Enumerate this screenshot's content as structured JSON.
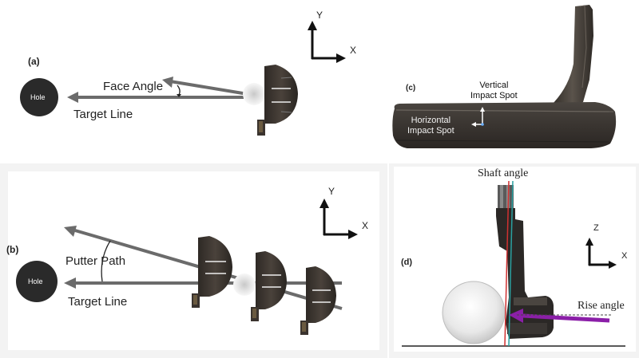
{
  "panel_a": {
    "tag": "(a)",
    "hole": "Hole",
    "face_angle": "Face Angle",
    "target_line": "Target Line",
    "axis_x": "X",
    "axis_y": "Y"
  },
  "panel_b": {
    "tag": "(b)",
    "hole": "Hole",
    "putter_path": "Putter Path",
    "target_line": "Target Line",
    "axis_x": "X",
    "axis_y": "Y"
  },
  "panel_c": {
    "tag": "(c)",
    "vertical_spot": [
      "Vertical",
      "Impact Spot"
    ],
    "horizontal_spot": [
      "Horizontal",
      "Impact Spot"
    ]
  },
  "panel_d": {
    "tag": "(d)",
    "shaft_angle": "Shaft angle",
    "rise_angle": "Rise angle",
    "axis_x": "X",
    "axis_z": "Z"
  },
  "colors": {
    "line": "#6b6b6b",
    "hole": "#2a2a2a",
    "putter": "#3a332e",
    "arrow_purple": "#8b1fa8",
    "shaft_red": "#d03030",
    "shaft_teal": "#2aa0a0"
  }
}
